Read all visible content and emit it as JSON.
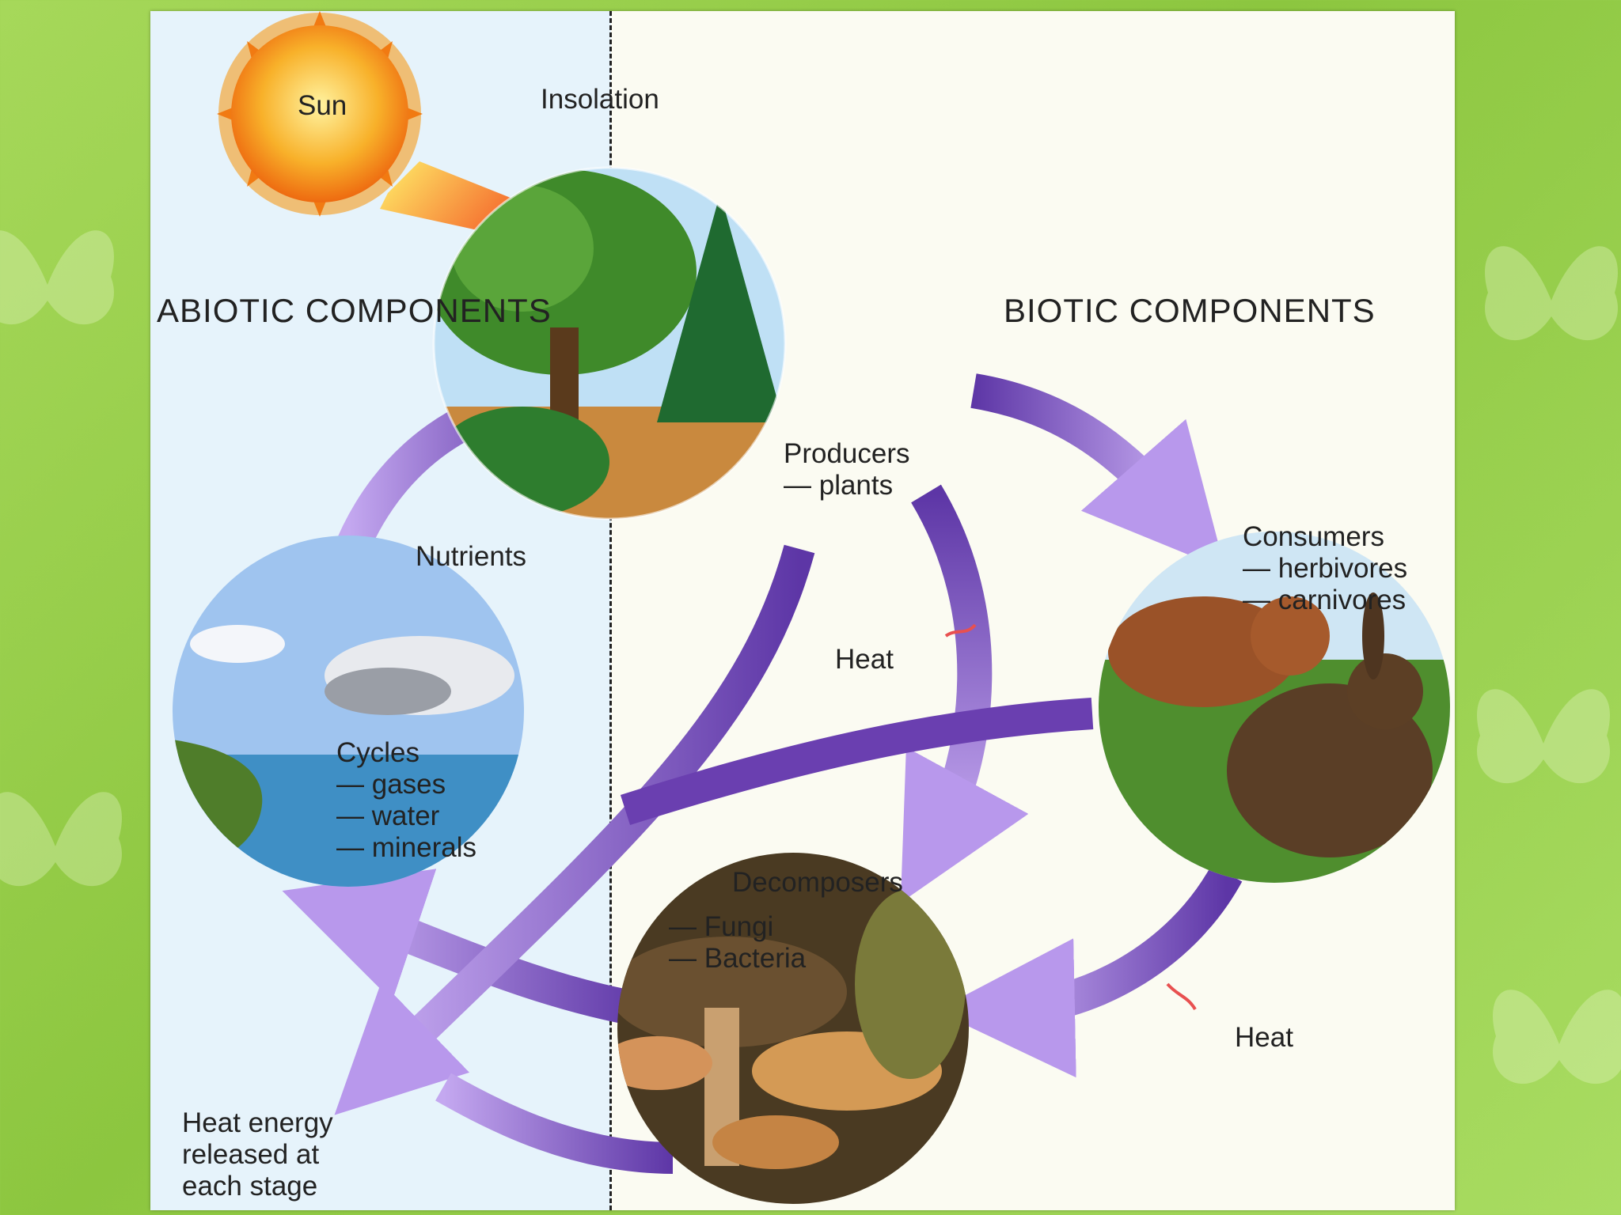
{
  "labels": {
    "sun": "Sun",
    "insolation": "Insolation",
    "abiotic": "ABIOTIC COMPONENTS",
    "biotic": "BIOTIC COMPONENTS",
    "producers": "Producers\n— plants",
    "consumers": "Consumers\n— herbivores\n— carnivores",
    "nutrients": "Nutrients",
    "heat_center": "Heat",
    "heat_right": "Heat",
    "cycles": "Cycles\n— gases\n— water\n— minerals",
    "decomposers": "Decomposers",
    "decomposer_types": "— Fungi\n— Bacteria",
    "heat_energy": "Heat energy\nreleased at\neach stage"
  },
  "colors": {
    "background": "#8cc63f",
    "abiotic_panel": "#e6f3fb",
    "biotic_panel": "#fbfbf2",
    "arrow_dark": "#6a3fb0",
    "arrow_light": "#c4a8f0",
    "sun": "#f5a020"
  }
}
